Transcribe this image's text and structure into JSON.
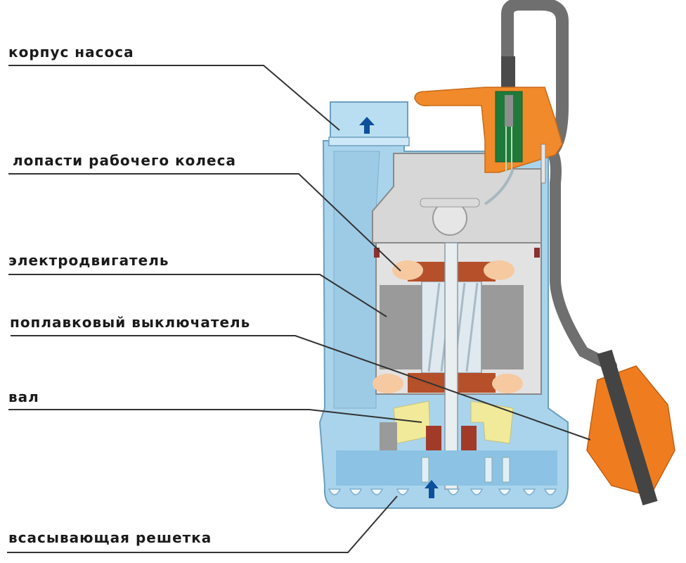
{
  "diagram": {
    "subject": "submersible drainage pump cross-section",
    "labels": [
      {
        "id": "pump-housing",
        "text": "корпус насоса"
      },
      {
        "id": "impeller-blades",
        "text": "лопасти рабочего колеса"
      },
      {
        "id": "electric-motor",
        "text": "электродвигатель"
      },
      {
        "id": "float-switch",
        "text": "поплавковый выключатель"
      },
      {
        "id": "shaft",
        "text": "вал"
      },
      {
        "id": "suction-grate",
        "text": "всасывающая решетка"
      }
    ],
    "flow_arrows": [
      "outlet-up-arrow",
      "inlet-up-arrow"
    ],
    "colors": {
      "housing_blue": "#a9d4ec",
      "housing_dark_blue": "#7fb8dc",
      "arrow_blue": "#0d4f9a",
      "handle_orange": "#f08a2a",
      "switch_green": "#1f7a3a",
      "motor_gray": "#c9c9c9",
      "stator_gray": "#9a9a9a",
      "copper": "#b5502a",
      "winding_peach": "#f6c9a0",
      "seal_yellow": "#f1ea9a",
      "cable_gray": "#6f6f6f",
      "float_orange": "#ef7d1f",
      "leader_line": "#333333"
    }
  }
}
